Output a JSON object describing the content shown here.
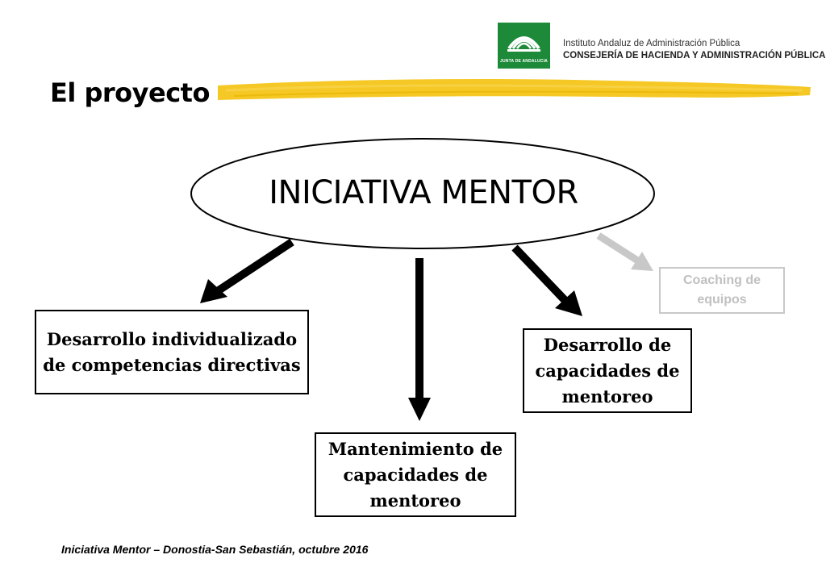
{
  "header": {
    "logo_caption": "JUNTA DE ANDALUCIA",
    "org_line1": "Instituto Andaluz de Administración Pública",
    "org_line2": "CONSEJERÍA DE HACIENDA Y ADMINISTRACIÓN PÚBLICA"
  },
  "slide": {
    "title": "El proyecto",
    "footer": "Iniciativa Mentor – Donostia-San Sebastián, octubre 2016"
  },
  "diagram": {
    "center": "INICIATIVA MENTOR",
    "nodes": {
      "left": "Desarrollo individualizado de competencias directivas",
      "middle": "Mantenimiento de capacidades de mentoreo",
      "right": "Desarrollo de capacidades de mentoreo",
      "far_right": "Coaching de equipos"
    }
  },
  "colors": {
    "logo_green": "#1d8a3a",
    "highlight_yellow": "#f4c20d",
    "inactive_grey": "#c8c8c8"
  }
}
